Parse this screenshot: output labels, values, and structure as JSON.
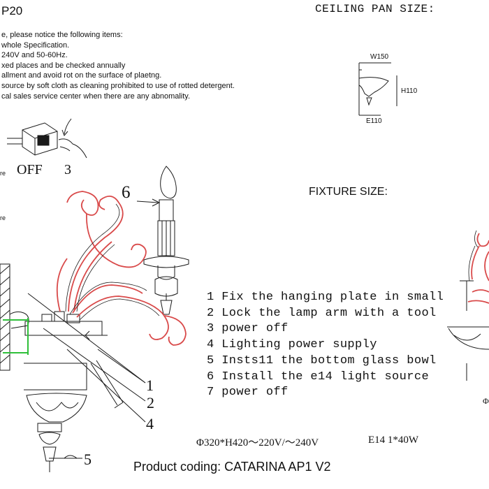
{
  "header": {
    "model_code_fragment": "P20",
    "ceiling_pan_title": "CEILING PAN SIZE:",
    "fixture_size_title": "FIXTURE SIZE:"
  },
  "notice_lines": [
    "e, please notice the following items:",
    "whole Specification.",
    "240V and 50-60Hz.",
    "xed places and be checked annually",
    "allment and avoid rot on the surface of plaetng.",
    "source by soft cloth as cleaning prohibited to use of rotted detergent.",
    "cal sales service center when there are any abnomality."
  ],
  "ceiling_pan": {
    "width_label": "W150",
    "height_label": "H110",
    "depth_label": "E110"
  },
  "switch_illustration": {
    "off_label": "OFF",
    "step_number": "3",
    "side_fragment_1": "re",
    "side_fragment_2": "re"
  },
  "callouts": {
    "bulb": "6",
    "c1": "1",
    "c2": "2",
    "c4": "4",
    "c5": "5"
  },
  "steps": [
    "1 Fix the hanging plate in small",
    "2 Lock the lamp arm with a tool",
    "3 power off",
    "4 Lighting power supply",
    "5 Insts11 the bottom glass bowl",
    "6 Install the e14 light source",
    "7 power off"
  ],
  "specs": {
    "dimensions_voltage": "Φ320*H420～220V/～240V",
    "bulb": "E14 1*40W",
    "fixture_fragment": "Φ"
  },
  "footer": {
    "product_coding": "Product coding: CATARINA AP1 V2"
  },
  "colors": {
    "line": "#1a1a1a",
    "arm_accent": "#d94a4a",
    "bracket_accent": "#2fbf3a"
  }
}
